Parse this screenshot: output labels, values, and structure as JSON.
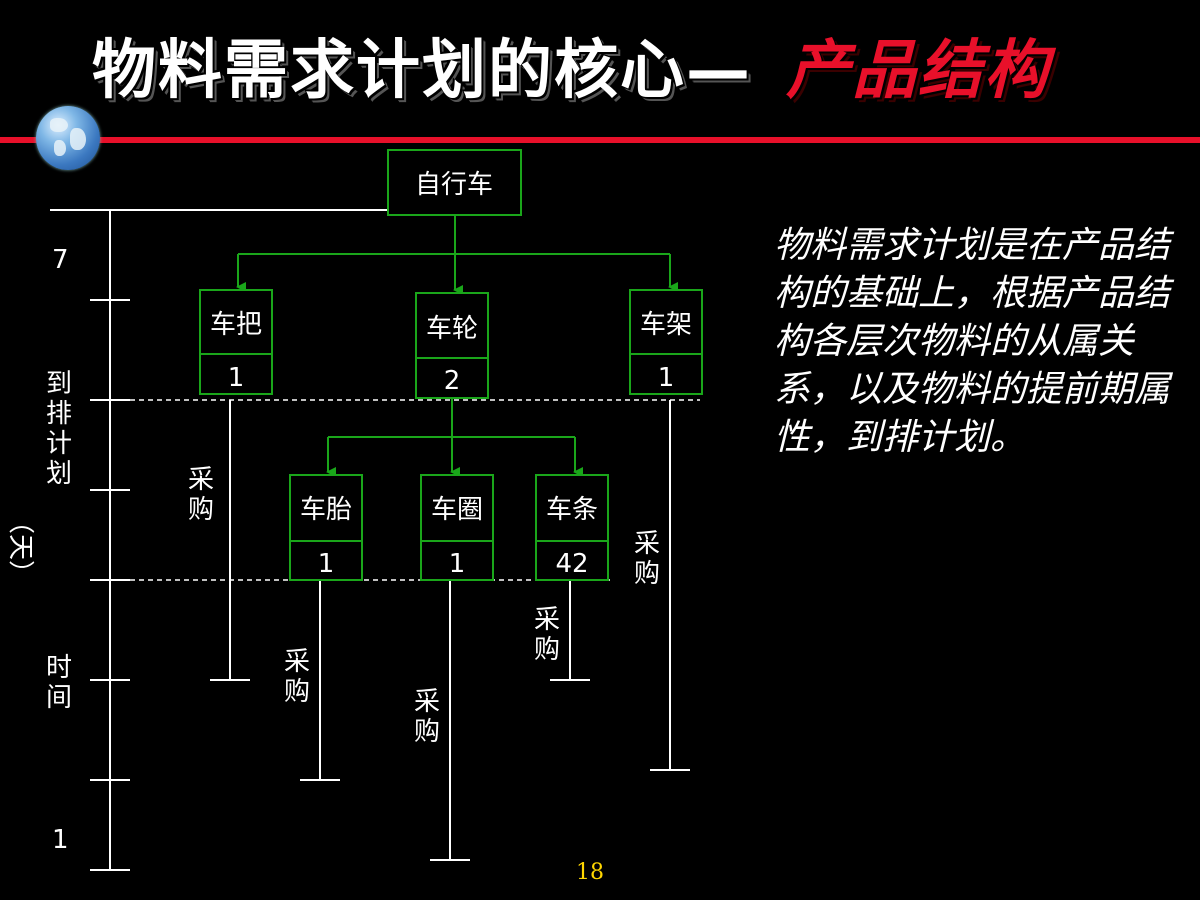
{
  "title": {
    "main": "物料需求计划的核心—",
    "highlight": "产品结构"
  },
  "colors": {
    "accent": "#e8102a",
    "box": "#1aa61a",
    "page_number": "#ffd600"
  },
  "axis": {
    "top_label": "7",
    "bottom_label": "1",
    "label_line1": "到",
    "label_line2": "排",
    "label_line3": "计",
    "label_line4": "划",
    "unit": "（天）",
    "time_line1": "时",
    "time_line2": "间"
  },
  "tree": {
    "root": "自行车",
    "handlebar": {
      "name": "车把",
      "qty": "1"
    },
    "wheel": {
      "name": "车轮",
      "qty": "2"
    },
    "frame": {
      "name": "车架",
      "qty": "1"
    },
    "tire": {
      "name": "车胎",
      "qty": "1"
    },
    "rim": {
      "name": "车圈",
      "qty": "1"
    },
    "spoke": {
      "name": "车条",
      "qty": "42"
    }
  },
  "purchase_label_line1": "采",
  "purchase_label_line2": "购",
  "description": "物料需求计划是在产品结构的基础上，根据产品结构各层次物料的从属关系，以及物料的提前期属性，到排计划。",
  "page_number": "18"
}
